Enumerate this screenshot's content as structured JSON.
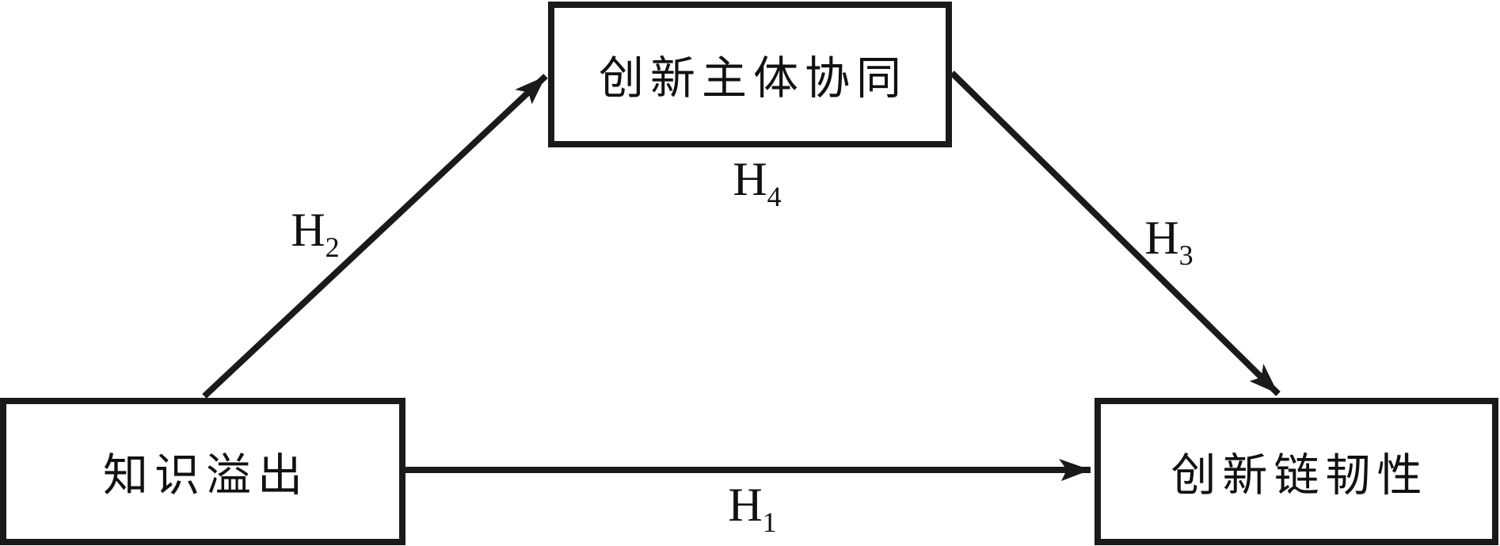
{
  "diagram": {
    "type": "path-model",
    "background_color": "#ffffff",
    "stroke_color": "#1a1a1a",
    "text_color": "#111111",
    "nodes": {
      "independent": {
        "label": "知识溢出",
        "role": "independent-variable"
      },
      "mediator": {
        "label": "创新主体协同",
        "role": "mediator-variable"
      },
      "dependent": {
        "label": "创新链韧性",
        "role": "dependent-variable"
      }
    },
    "hypotheses": {
      "h1": {
        "base": "H",
        "sub": "1"
      },
      "h2": {
        "base": "H",
        "sub": "2"
      },
      "h3": {
        "base": "H",
        "sub": "3"
      },
      "h4": {
        "base": "H",
        "sub": "4"
      }
    },
    "edges": [
      {
        "from": "independent",
        "to": "dependent",
        "label": "H1",
        "style": "straight-arrow"
      },
      {
        "from": "independent",
        "to": "mediator",
        "label": "H2",
        "style": "straight-arrow"
      },
      {
        "from": "mediator",
        "to": "dependent",
        "label": "H3",
        "style": "straight-arrow"
      },
      {
        "from": "independent",
        "to": "dependent",
        "via": "mediator",
        "label": "H4",
        "style": "indirect-path-label"
      }
    ]
  }
}
